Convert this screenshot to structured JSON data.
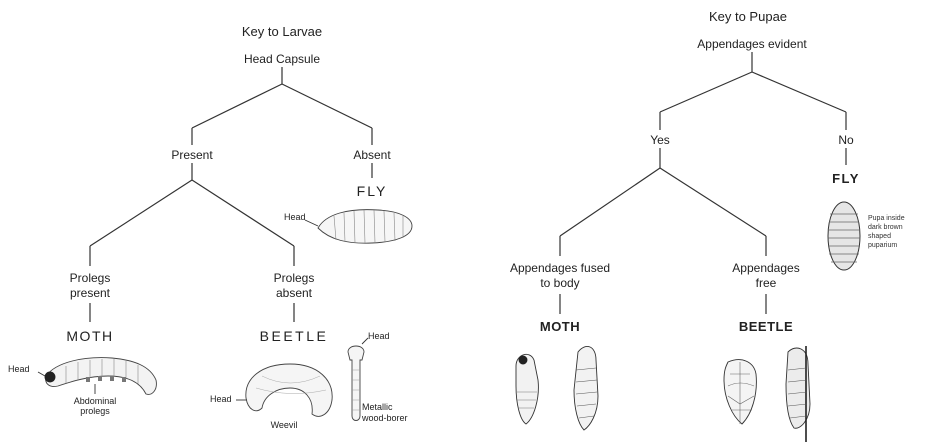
{
  "larvae": {
    "title": "Key to Larvae",
    "root": "Head Capsule",
    "present": "Present",
    "absent": "Absent",
    "fly": "FLY",
    "head_fly": "Head",
    "prolegs_present": "Prolegs present",
    "prolegs_present_l1": "Prolegs",
    "prolegs_present_l2": "present",
    "prolegs_absent_l1": "Prolegs",
    "prolegs_absent_l2": "absent",
    "moth": "MOTH",
    "beetle": "BEETLE",
    "head_moth": "Head",
    "abdominal_l1": "Abdominal",
    "abdominal_l2": "prolegs",
    "head_weevil": "Head",
    "weevil": "Weevil",
    "head_borer": "Head",
    "borer_l1": "Metallic",
    "borer_l2": "wood-borer"
  },
  "pupae": {
    "title": "Key to Pupae",
    "root": "Appendages evident",
    "yes": "Yes",
    "no": "No",
    "fly": "FLY",
    "fly_note_l1": "Pupa inside",
    "fly_note_l2": "dark brown",
    "fly_note_l3": "shaped",
    "fly_note_l4": "puparium",
    "fused_l1": "Appendages fused",
    "fused_l2": "to body",
    "free_l1": "Appendages",
    "free_l2": "free",
    "moth": "MOTH",
    "beetle": "BEETLE"
  }
}
